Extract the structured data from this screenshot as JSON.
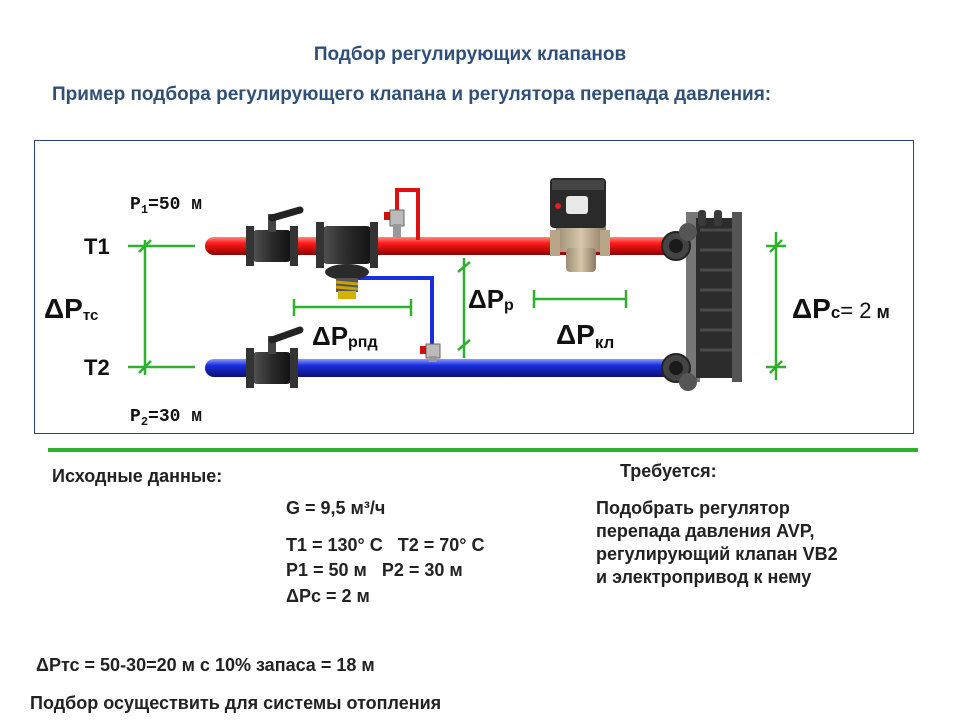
{
  "title": "Подбор регулирующих клапанов",
  "subtitle": "Пример подбора регулирующего клапана и регулятора перепада давления:",
  "diagram": {
    "p1_label": "P",
    "p1_sub": "1",
    "p1_value": "=50 м",
    "p2_label": "P",
    "p2_sub": "2",
    "p2_value": "=30 м",
    "t1_label": "T1",
    "t2_label": "T2",
    "dp_tc_main": "ΔP",
    "dp_tc_sub": "тс",
    "dp_rpd_main": "ΔP",
    "dp_rpd_sub": "рпд",
    "dp_r_main": "ΔP",
    "dp_r_sub": "р",
    "dp_kl_main": "ΔP",
    "dp_kl_sub": "кл",
    "dp_c_main": "ΔP",
    "dp_c_sub": "с",
    "dp_c_eq": "= 2",
    "dp_c_unit": " м",
    "colors": {
      "supply_pipe": "#e01010",
      "return_pipe": "#1a2ee0",
      "dimension": "#2fb02f",
      "frame": "#2c3a8c",
      "heading": "#2f4f79"
    }
  },
  "given": {
    "heading": "Исходные данные:",
    "g_line": "G = 9,5 м³/ч",
    "t_line": "T1 = 130° C   T2 = 70° C",
    "p_line": "P1 = 50 м   P2 = 30 м",
    "dpc_line": "ΔPc = 2 м"
  },
  "required": {
    "heading": "Требуется:",
    "lines": [
      "Подобрать регулятор",
      "перепада давления AVP,",
      "регулирующий клапан VB2",
      "и электропривод к нему"
    ]
  },
  "calc_line": "ΔPтс = 50-30=20 м с 10% запаса = 18 м",
  "footer_line": "Подбор осуществить для системы отопления"
}
